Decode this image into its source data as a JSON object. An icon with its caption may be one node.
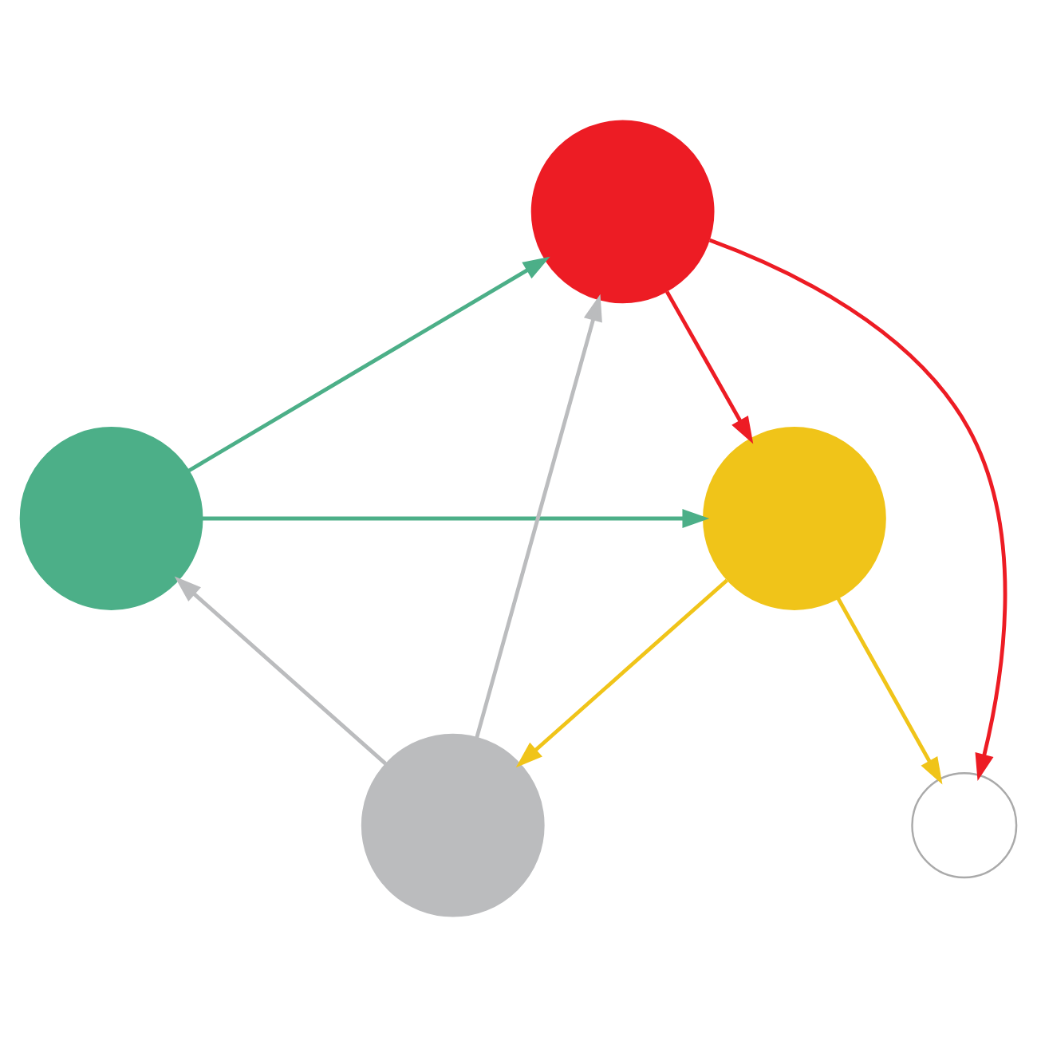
{
  "diagram": {
    "nodes": [
      {
        "text": [],
        "shape": "circle"
      },
      {
        "text": [],
        "shape": "circle"
      },
      {
        "text": [],
        "shape": "circle"
      },
      {
        "text": [],
        "shape": "circle"
      },
      {
        "text": [],
        "shape": "circle"
      }
    ],
    "edges": [
      {
        "from": 1,
        "to": 0,
        "arrow": "to",
        "color": "#4caf88"
      },
      {
        "from": 0,
        "to": 2,
        "arrow": "to",
        "color": "#ed1c24"
      },
      {
        "from": 2,
        "to": 4,
        "arrow": "to",
        "color": "#f0c419"
      },
      {
        "from": 3,
        "to": 1,
        "arrow": "to",
        "color": "#bbbcbe"
      },
      {
        "from": 1,
        "to": 2,
        "arrow": "to",
        "color": "#4caf88"
      },
      {
        "from": 0,
        "to": 4,
        "arrow": "to",
        "color": "#ed1c24"
      },
      {
        "from": 2,
        "to": 3,
        "arrow": "to",
        "color": "#f0c419"
      },
      {
        "from": 3,
        "to": 0,
        "arrow": "to",
        "color": "#bbbcbe"
      }
    ]
  }
}
